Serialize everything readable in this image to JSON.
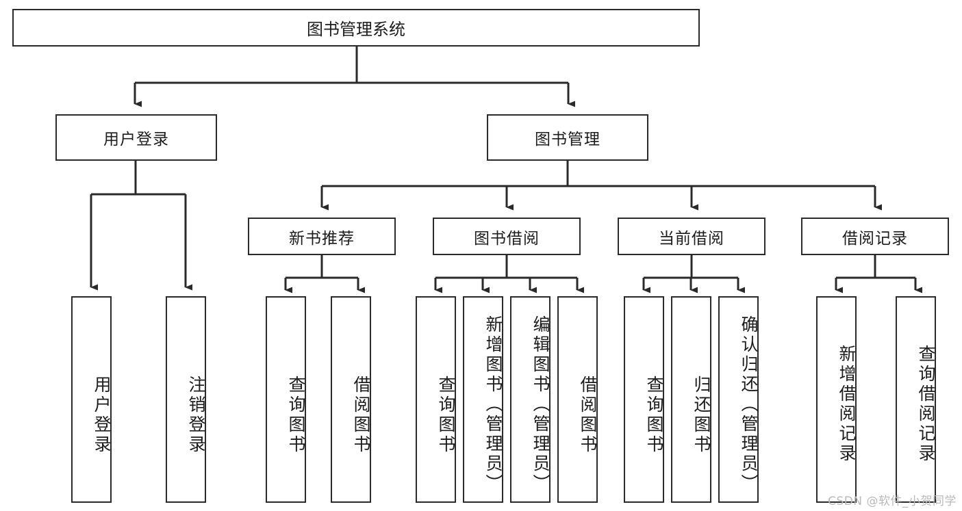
{
  "diagram": {
    "title": "图书管理系统",
    "type": "tree",
    "root": {
      "id": "root",
      "label": "图书管理系统"
    },
    "level2": [
      {
        "id": "user-login",
        "label": "用户登录"
      },
      {
        "id": "book-manage",
        "label": "图书管理"
      }
    ],
    "level3": [
      {
        "id": "new-book-recommend",
        "label": "新书推荐"
      },
      {
        "id": "book-borrow",
        "label": "图书借阅"
      },
      {
        "id": "current-borrow",
        "label": "当前借阅"
      },
      {
        "id": "borrow-record",
        "label": "借阅记录"
      }
    ],
    "leaves": [
      {
        "id": "leaf-user-login",
        "label": "用户登录",
        "parent": "user-login"
      },
      {
        "id": "leaf-logout-login",
        "label": "注销登录",
        "parent": "user-login"
      },
      {
        "id": "leaf-query-book-1",
        "label": "查询图书",
        "parent": "new-book-recommend"
      },
      {
        "id": "leaf-borrow-book-1",
        "label": "借阅图书",
        "parent": "new-book-recommend"
      },
      {
        "id": "leaf-query-book-2",
        "label": "查询图书",
        "parent": "book-borrow"
      },
      {
        "id": "leaf-add-book",
        "label": "新增图书（管理员）",
        "parent": "book-borrow"
      },
      {
        "id": "leaf-edit-book",
        "label": "编辑图书（管理员）",
        "parent": "book-borrow"
      },
      {
        "id": "leaf-borrow-book-2",
        "label": "借阅图书",
        "parent": "book-borrow"
      },
      {
        "id": "leaf-query-book-3",
        "label": "查询图书",
        "parent": "current-borrow"
      },
      {
        "id": "leaf-return-book",
        "label": "归还图书",
        "parent": "current-borrow"
      },
      {
        "id": "leaf-confirm-return",
        "label": "确认归还（管理员）",
        "parent": "current-borrow"
      },
      {
        "id": "leaf-add-record",
        "label": "新增借阅记录",
        "parent": "borrow-record"
      },
      {
        "id": "leaf-query-record",
        "label": "查询借阅记录",
        "parent": "borrow-record"
      }
    ],
    "colors": {
      "stroke": "#2a2a2a",
      "fill": "#ffffff",
      "text": "#1c1c1c",
      "watermark": "#b9b9b9"
    }
  },
  "watermark": {
    "text": "CSDN @软件_小贺同学"
  }
}
